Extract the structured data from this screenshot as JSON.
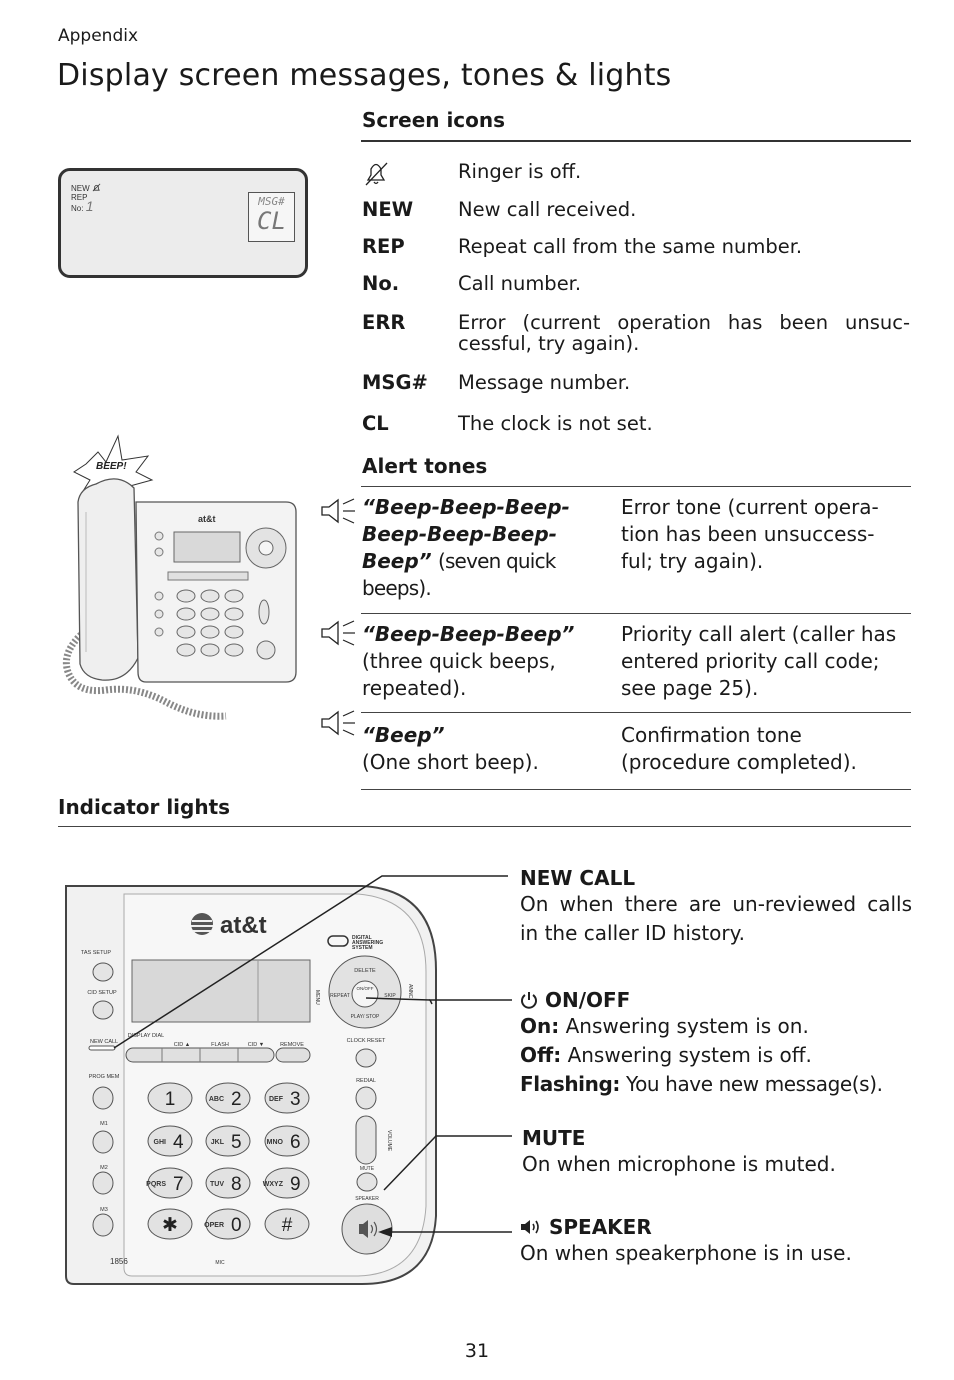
{
  "section_label": "Appendix",
  "page_title": "Display screen messages, tones & lights",
  "screen_icons": {
    "heading": "Screen icons",
    "lcd": {
      "new": "NEW",
      "rep": "REP",
      "no": "No:",
      "no_value": "1",
      "msg": "MSG#",
      "cl": "CL"
    },
    "rows": [
      {
        "icon": "ringer-off-icon",
        "term": "",
        "desc": "Ringer is off."
      },
      {
        "term": "NEW",
        "desc": "New call received."
      },
      {
        "term": "REP",
        "desc": "Repeat call from the same number."
      },
      {
        "term": "No.",
        "desc": "Call number."
      },
      {
        "term": "ERR",
        "desc": "Error (current operation has been unsuc-cessful, try again)."
      },
      {
        "term": "MSG#",
        "desc": "Message number."
      },
      {
        "term": "CL",
        "desc": "The clock is not set."
      }
    ]
  },
  "alert_tones": {
    "heading": "Alert tones",
    "beep_label": "BEEP!",
    "rows": [
      {
        "icon": "speaker-tone-icon",
        "name": "“Beep-Beep-Beep-Beep-Beep-Beep-Beep”",
        "note": "(seven quick beeps).",
        "desc": "Error tone (current opera-tion has been unsuccess-ful; try again)."
      },
      {
        "icon": "speaker-tone-icon",
        "name": "“Beep-Beep-Beep”",
        "note": "(three quick beeps, repeated).",
        "desc": "Priority call alert (caller has entered priority call code; see page 25)."
      },
      {
        "icon": "speaker-tone-icon",
        "name": "“Beep”",
        "note": "(One short beep).",
        "desc": "Confirmation tone (procedure completed)."
      }
    ]
  },
  "indicator_lights": {
    "heading": "Indicator lights",
    "phone": {
      "brand": "at&t",
      "system_line1": "DIGITAL",
      "system_line2": "ANSWERING",
      "system_line3": "SYSTEM",
      "tas_setup": "TAS SETUP",
      "cid_setup": "CID SETUP",
      "new_call": "NEW CALL",
      "display_dial": "DISPLAY DIAL",
      "cid_up": "CID ▲",
      "flash": "FLASH",
      "cid_down": "CID ▼",
      "remove": "REMOVE",
      "prog_mem": "PROG MEM",
      "m1": "M1",
      "m2": "M2",
      "m3": "M3",
      "clock_reset": "CLOCK RESET",
      "redial": "REDIAL",
      "mute": "MUTE",
      "speaker": "SPEAKER",
      "volume": "VOLUME",
      "menu": "MENU",
      "delete": "DELETE",
      "repeat": "REPEAT",
      "onoff": "ON/OFF",
      "skip": "SKIP",
      "play_stop": "PLAY/ STOP",
      "answ": "ANNC",
      "model": "1856",
      "mic": "MIC",
      "keys": [
        {
          "letters": "",
          "digit": "1"
        },
        {
          "letters": "ABC",
          "digit": "2"
        },
        {
          "letters": "DEF",
          "digit": "3"
        },
        {
          "letters": "GHI",
          "digit": "4"
        },
        {
          "letters": "JKL",
          "digit": "5"
        },
        {
          "letters": "MNO",
          "digit": "6"
        },
        {
          "letters": "PQRS",
          "digit": "7"
        },
        {
          "letters": "TUV",
          "digit": "8"
        },
        {
          "letters": "WXYZ",
          "digit": "9"
        },
        {
          "letters": "",
          "digit": "✱"
        },
        {
          "letters": "OPER",
          "digit": "0"
        },
        {
          "letters": "",
          "digit": "#"
        }
      ]
    },
    "items": [
      {
        "icon": "",
        "title": "NEW CALL",
        "lines": [
          "On when there are un-reviewed calls in the caller ID history."
        ]
      },
      {
        "icon": "power-icon",
        "title": "ON/OFF",
        "pairs": [
          {
            "label": "On:",
            "text": "Answering system is on."
          },
          {
            "label": "Off:",
            "text": "Answering system is off."
          },
          {
            "label": "Flashing:",
            "text": "You have new message(s)."
          }
        ]
      },
      {
        "icon": "",
        "title": "MUTE",
        "lines": [
          "On when microphone is muted."
        ]
      },
      {
        "icon": "speaker-icon",
        "title": "SPEAKER",
        "lines": [
          "On when speakerphone is in use."
        ]
      }
    ]
  },
  "page_number": "31"
}
